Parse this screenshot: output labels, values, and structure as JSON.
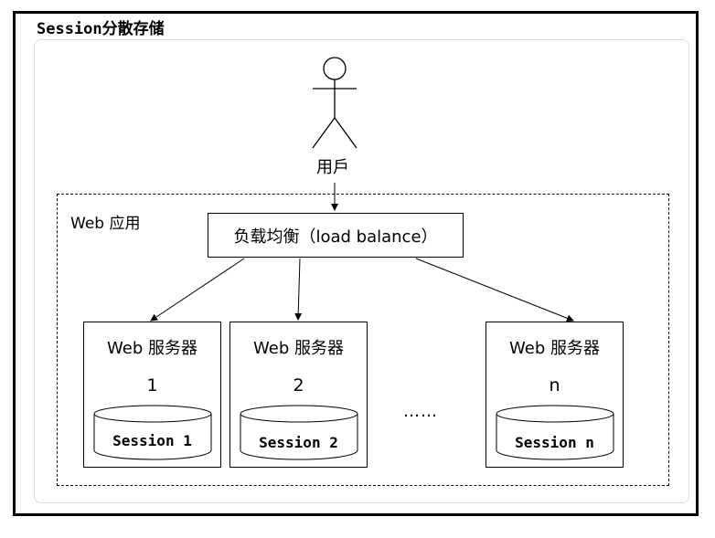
{
  "title": "Session分散存储",
  "user": {
    "label": "用戶"
  },
  "web_app": {
    "label": "Web 应用"
  },
  "load_balancer": {
    "label": "负载均衡（load balance）"
  },
  "servers": [
    {
      "title": "Web 服务器",
      "number": "1",
      "session": "Session 1"
    },
    {
      "title": "Web 服务器",
      "number": "2",
      "session": "Session 2"
    },
    {
      "title": "Web 服务器",
      "number": "n",
      "session": "Session n"
    }
  ],
  "ellipsis": "……"
}
